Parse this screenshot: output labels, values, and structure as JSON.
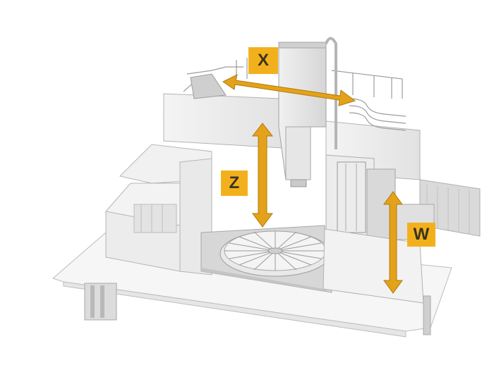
{
  "figure": {
    "subject": "vertical turning/boring machine isometric illustration",
    "accent_color": "#f2b11c",
    "arrow_color": "#e3a21a"
  },
  "axes": [
    {
      "id": "x",
      "label": "X",
      "direction": "horizontal"
    },
    {
      "id": "z",
      "label": "Z",
      "direction": "vertical"
    },
    {
      "id": "w",
      "label": "W",
      "direction": "vertical"
    }
  ]
}
